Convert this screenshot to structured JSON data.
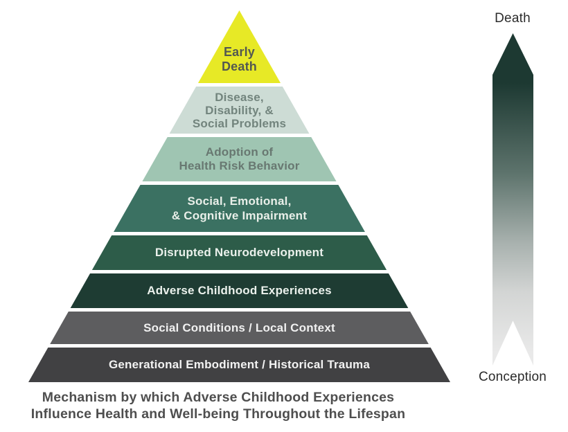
{
  "caption": {
    "line1": "Mechanism by which Adverse Childhood Experiences",
    "line2": "Influence Health and Well-being Throughout the Lifespan"
  },
  "pyramid": {
    "tiers": [
      {
        "label": "Early Death",
        "line1": "Early",
        "line2": "Death",
        "bg": "#e7e926",
        "fg": "#535851"
      },
      {
        "label": "Disease, Disability, & Social Problems",
        "line1": "Disease,",
        "line2": "Disability, &",
        "line3": "Social Problems",
        "bg": "#cddcd5",
        "fg": "#72847d"
      },
      {
        "label": "Adoption of Health Risk Behavior",
        "line1": "Adoption of",
        "line2": "Health Risk Behavior",
        "bg": "#9fc5b2",
        "fg": "#687871"
      },
      {
        "label": "Social, Emotional, & Cognitive Impairment",
        "line1": "Social, Emotional,",
        "line2": "& Cognitive Impairment",
        "bg": "#3b7162",
        "fg": "#e9efe9"
      },
      {
        "label": "Disrupted Neurodevelopment",
        "line1": "Disrupted Neurodevelopment",
        "bg": "#2d5c49",
        "fg": "#ebf1ec"
      },
      {
        "label": "Adverse Childhood Experiences",
        "line1": "Adverse Childhood Experiences",
        "bg": "#1e3c33",
        "fg": "#ebf1ec"
      },
      {
        "label": "Social Conditions / Local Context",
        "line1": "Social Conditions / Local Context",
        "bg": "#5d5d5f",
        "fg": "#f1f1f1"
      },
      {
        "label": "Generational Embodiment / Historical Trauma",
        "line1": "Generational Embodiment / Historical Trauma",
        "bg": "#414143",
        "fg": "#f3f3f3"
      }
    ]
  },
  "lifespan_axis": {
    "top_label": "Death",
    "bottom_label": "Conception",
    "gradient_stops": [
      "#1d3932",
      "#1d3932",
      "#5d736c",
      "#a8b1ae",
      "#d3d5d4",
      "#e9e9e9"
    ],
    "gradient_positions": [
      0,
      15,
      42,
      63,
      78,
      96
    ]
  }
}
